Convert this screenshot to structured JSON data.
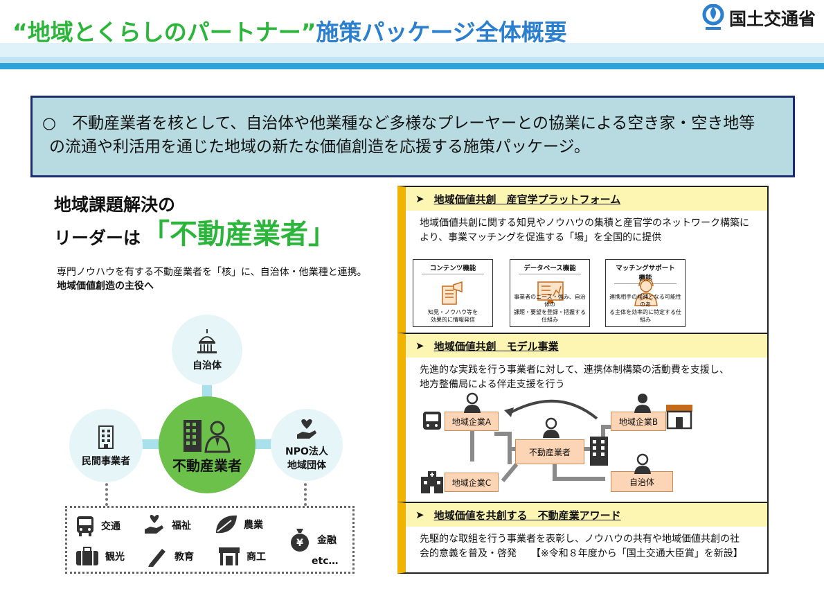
{
  "header": {
    "title_part1": "“地域とくらしのパートナー”",
    "title_part2": "施策パッケージ全体概要",
    "logo_text": "国土交通省"
  },
  "summary": {
    "line1": "○　不動産業者を核として、自治体や他業種など多様なプレーヤーとの協業による空き家・空き地等",
    "line2": "の流通や利活用を通じた地域の新たな価値創造を応援する施策パッケージ。"
  },
  "left": {
    "lead1": "地域課題解決の",
    "lead2_prefix": "リーダーは",
    "lead2_big": "「不動産業者」",
    "desc1": "専門ノウハウを有する不動産業者を「核」に、自治体・他業種と連携。",
    "desc2": "地域価値創造の主役へ",
    "center_label": "不動産業者",
    "circles": {
      "top": "自治体",
      "left": "民間事業者",
      "right_line1": "NPO法人",
      "right_line2": "地域団体"
    },
    "industries": {
      "transport": "交通",
      "welfare": "福祉",
      "agriculture": "農業",
      "finance": "金融",
      "tourism": "観光",
      "education": "教育",
      "commerce": "商工",
      "etc": "etc…"
    }
  },
  "sections": {
    "platform": {
      "arrow": "➤",
      "title": "地域価値共創　産官学プラットフォーム",
      "body_line1": "地域価値共創に関する知見やノウハウの集積と産官学のネットワーク構築に",
      "body_line2": "より、事業マッチングを促進する「場」を全国的に提供",
      "features": [
        {
          "title": "コンテンツ機能",
          "cap1": "知見・ノウハウ等を",
          "cap2": "効果的に情報発信"
        },
        {
          "title": "データベース機能",
          "cap1": "事業者のニーズ・強み、自治体の",
          "cap2": "課題・要望を登録・把握する仕組み"
        },
        {
          "title": "マッチングサポート機能",
          "cap1": "連携相手の候補となる可能性のあ",
          "cap2": "る主体を効率的に特定する仕組み"
        }
      ]
    },
    "model": {
      "arrow": "➤",
      "title": "地域価値共創　モデル事業",
      "body_line1": "先進的な実践を行う事業者に対して、連携体制構築の活動費を支援し、",
      "body_line2": "地方整備局による伴走支援を行う",
      "nodes": {
        "a": "地域企業A",
        "b": "地域企業B",
        "c": "地域企業C",
        "center": "不動産業者",
        "gov": "自治体"
      }
    },
    "award": {
      "arrow": "➤",
      "title": "地域価値を共創する　不動産業アワード",
      "body_line1": "先駆的な取組を行う事業者を表彰し、ノウハウの共有や地域価値共創の社",
      "body_line2": "会的意義を普及・啓発　　【※令和８年度から「国土交通大臣賞」を新設】"
    }
  },
  "colors": {
    "green": "#2bb53a",
    "blue": "#2a7fcf",
    "summary_bg": "#b7dbe0",
    "navy_border": "#1b2b6b",
    "section_accent": "#f0b400",
    "section_header_bg": "#fdf6b2",
    "node_fill": "#fbd5b5"
  }
}
